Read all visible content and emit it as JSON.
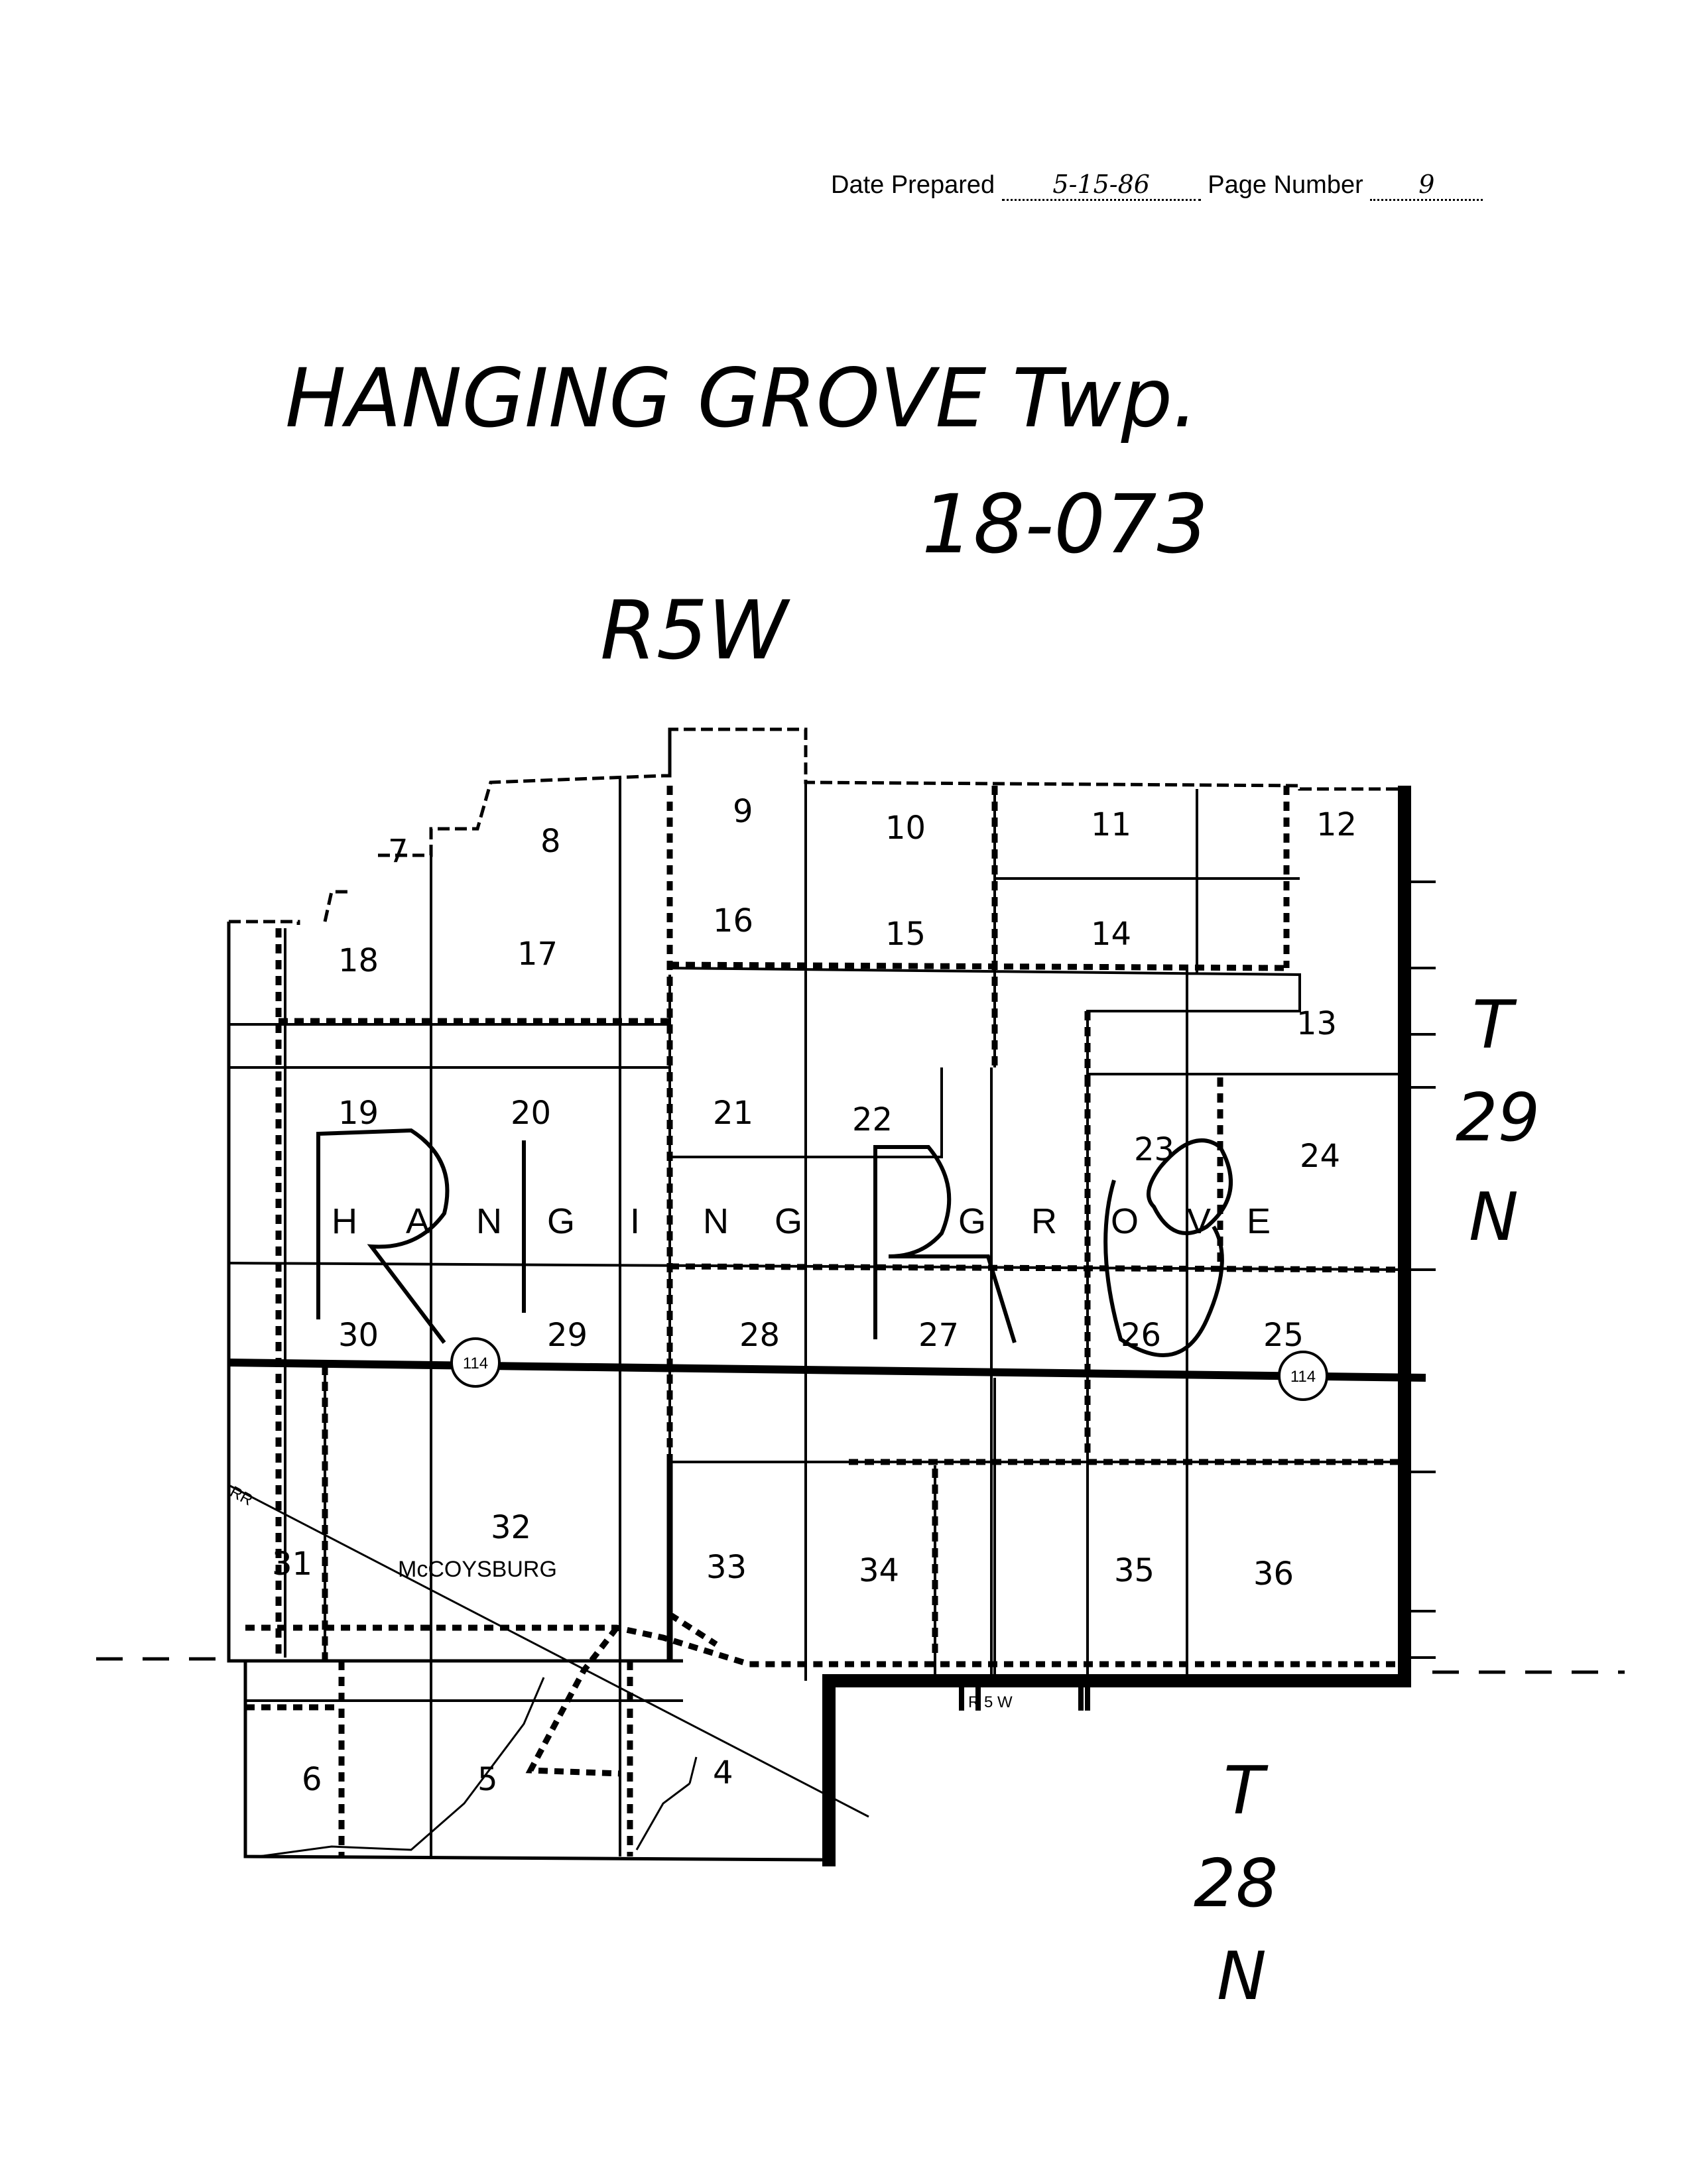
{
  "header": {
    "date_label": "Date Prepared",
    "date_value": "5-15-86",
    "page_label": "Page Number",
    "page_value": "9"
  },
  "title": {
    "township": "HANGING GROVE Twp.",
    "code": "18-073",
    "range": "R5W"
  },
  "map": {
    "overlay_letters": [
      "H",
      "A",
      "N",
      "G",
      "I",
      "N",
      "G",
      "G",
      "R",
      "O",
      "V",
      "E"
    ],
    "sections": [
      "4",
      "5",
      "6",
      "7",
      "8",
      "9",
      "10",
      "11",
      "12",
      "13",
      "14",
      "15",
      "16",
      "17",
      "18",
      "19",
      "20",
      "21",
      "22",
      "23",
      "24",
      "25",
      "26",
      "27",
      "28",
      "29",
      "30",
      "31",
      "32",
      "33",
      "34",
      "35",
      "36"
    ],
    "town": "McCOYSBURG",
    "highway": "114",
    "railroad": "RR",
    "range_marker": "R 5 W",
    "township_north": [
      "T",
      "29",
      "N"
    ],
    "township_south": [
      "T",
      "28",
      "N"
    ]
  },
  "colors": {
    "ink": "#000000",
    "paper": "#ffffff"
  }
}
